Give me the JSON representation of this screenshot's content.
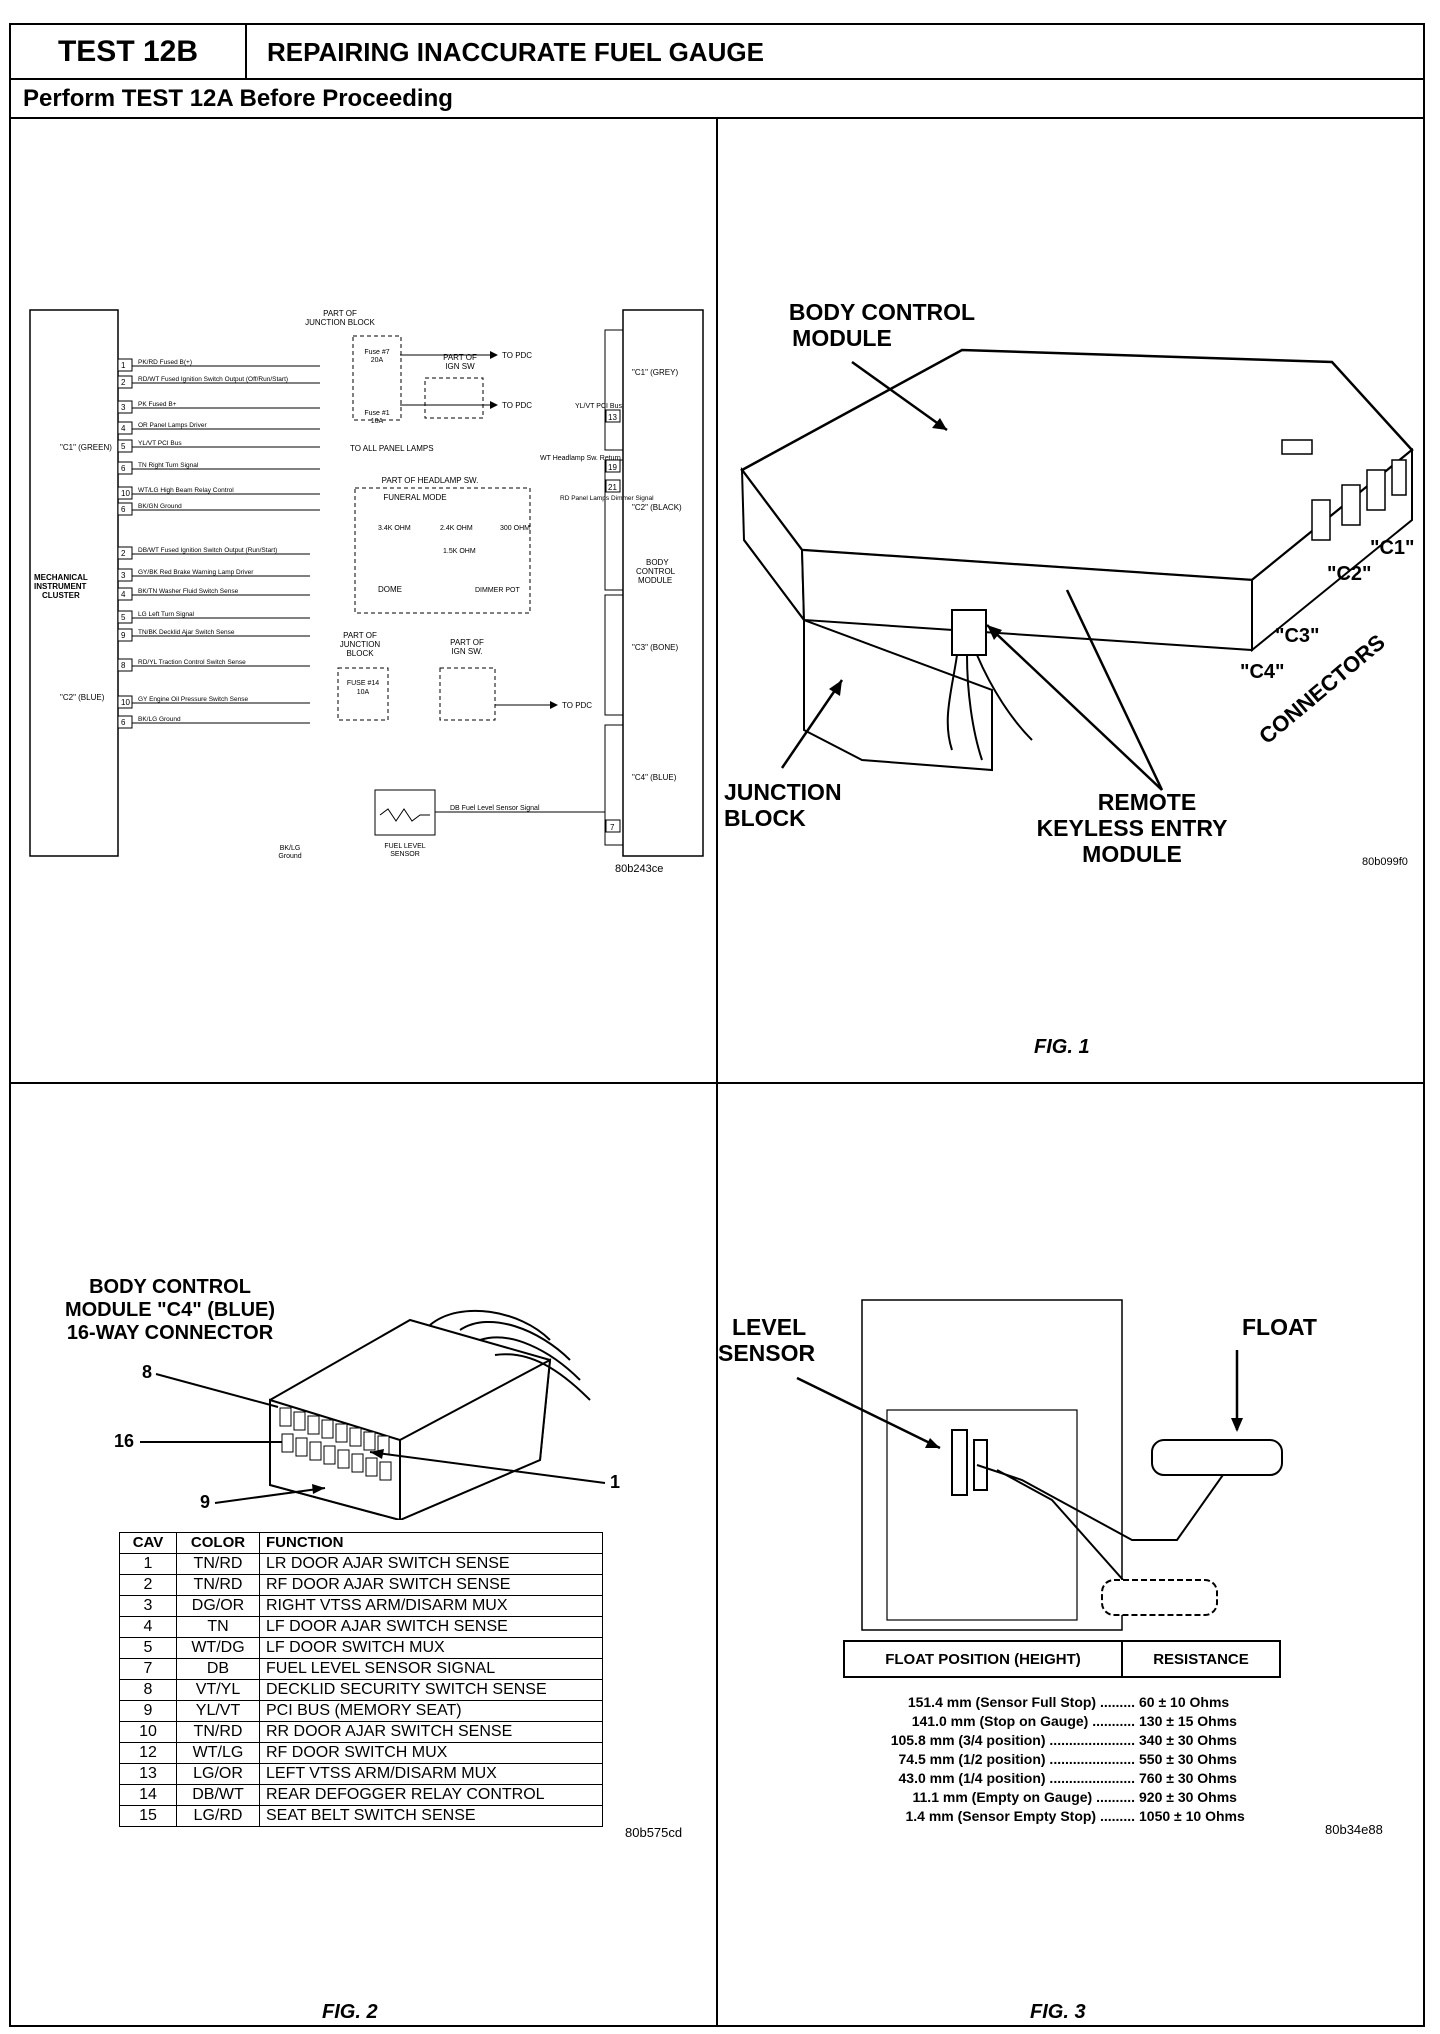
{
  "header": {
    "test_id": "TEST 12B",
    "title": "REPAIRING INACCURATE FUEL GAUGE",
    "subtitle": "Perform TEST 12A Before Proceeding"
  },
  "schematic": {
    "code": "80b243ce",
    "left_module": "MECHANICAL INSTRUMENT CLUSTER",
    "right_module": "BODY CONTROL MODULE",
    "c1_green": "\"C1\" (GREEN)",
    "c2_blue": "\"C2\" (BLUE)",
    "bcm_c1": "\"C1\" (GREY)",
    "bcm_c2": "\"C2\" (BLACK)",
    "bcm_c3": "\"C3\" (BONE)",
    "bcm_c4": "\"C4\" (BLUE)",
    "part_of_junction_block": "PART OF JUNCTION BLOCK",
    "fuse7": "Fuse #7 20A",
    "fuse1": "Fuse #1 10A",
    "part_of_ign_sw": "PART OF IGN SW",
    "to_pdc": "TO PDC",
    "to_panel_lamps": "TO ALL PANEL LAMPS",
    "part_of_headlamp_sw": "PART OF HEADLAMP SW.",
    "funeral_mode": "FUNERAL MODE",
    "r1": "3.4K OHM",
    "r2": "2.4K OHM",
    "r3": "300 OHM",
    "r4": "1.5K OHM",
    "dome": "DOME",
    "dimmer_pot": "DIMMER POT",
    "junction_block2": "PART OF JUNCTION BLOCK",
    "fuse14": "FUSE #14 10A",
    "part_of_ign_sw2": "PART OF IGN SW.",
    "yl_vt_pci": "YL/VT PCI Bus",
    "wt_headlamp": "WT Headlamp Sw. Return",
    "rd_panel": "RD Panel Lamps Dimmer Signal",
    "fuel_level_sensor": "FUEL LEVEL SENSOR",
    "bk_lg_ground": "BK/LG Ground",
    "db_signal": "DB Fuel Level Sensor Signal",
    "left_pins": [
      {
        "pin": "1",
        "wire": "PK/RD Fused B(+)"
      },
      {
        "pin": "2",
        "wire": "RD/WT Fused Ignition Switch Output (Off/Run/Start)"
      },
      {
        "pin": "3",
        "wire": "PK  Fused B+"
      },
      {
        "pin": "4",
        "wire": "OR Panel Lamps Driver"
      },
      {
        "pin": "5",
        "wire": "YL/VT PCI Bus"
      },
      {
        "pin": "6",
        "wire": "TN Right Turn Signal"
      },
      {
        "pin": "10",
        "wire": "WT/LG High Beam Relay Control"
      },
      {
        "pin": "6",
        "wire": "BK/GN Ground"
      },
      {
        "pin": "2",
        "wire": "DB/WT Fused Ignition Switch Output (Run/Start)"
      },
      {
        "pin": "3",
        "wire": "GY/BK Red Brake Warning Lamp Driver"
      },
      {
        "pin": "4",
        "wire": "BK/TN Washer Fluid Switch Sense"
      },
      {
        "pin": "5",
        "wire": "LG Left Turn Signal"
      },
      {
        "pin": "9",
        "wire": "TN/BK Decklid Ajar Switch Sense"
      },
      {
        "pin": "8",
        "wire": "RD/YL Traction Control Switch Sense"
      },
      {
        "pin": "10",
        "wire": "GY Engine Oil Pressure Switch Sense"
      },
      {
        "pin": "6",
        "wire": "BK/LG Ground"
      }
    ],
    "right_pins": [
      "13",
      "19",
      "21",
      "7"
    ]
  },
  "fig1": {
    "label": "FIG. 1",
    "code": "80b099f0",
    "body_control_module": "BODY CONTROL MODULE",
    "junction_block": "JUNCTION BLOCK",
    "remote_keyless": "REMOTE KEYLESS ENTRY MODULE",
    "connectors": "CONNECTORS",
    "c1": "\"C1\"",
    "c2": "\"C2\"",
    "c3": "\"C3\"",
    "c4": "\"C4\""
  },
  "fig2": {
    "label": "FIG. 2",
    "code": "80b575cd",
    "title_line1": "BODY CONTROL",
    "title_line2": "MODULE \"C4\" (BLUE)",
    "title_line3": "16-WAY CONNECTOR",
    "pin_8": "8",
    "pin_16": "16",
    "pin_9": "9",
    "pin_1": "1",
    "columns": [
      "CAV",
      "COLOR",
      "FUNCTION"
    ],
    "rows": [
      [
        "1",
        "TN/RD",
        "LR DOOR AJAR SWITCH SENSE"
      ],
      [
        "2",
        "TN/RD",
        "RF DOOR AJAR SWITCH SENSE"
      ],
      [
        "3",
        "DG/OR",
        "RIGHT VTSS ARM/DISARM MUX"
      ],
      [
        "4",
        "TN",
        "LF DOOR AJAR SWITCH SENSE"
      ],
      [
        "5",
        "WT/DG",
        "LF DOOR SWITCH MUX"
      ],
      [
        "7",
        "DB",
        "FUEL LEVEL SENSOR SIGNAL"
      ],
      [
        "8",
        "VT/YL",
        "DECKLID SECURITY SWITCH SENSE"
      ],
      [
        "9",
        "YL/VT",
        "PCI BUS (MEMORY SEAT)"
      ],
      [
        "10",
        "TN/RD",
        "RR DOOR AJAR SWITCH SENSE"
      ],
      [
        "12",
        "WT/LG",
        "RF DOOR SWITCH MUX"
      ],
      [
        "13",
        "LG/OR",
        "LEFT VTSS ARM/DISARM MUX"
      ],
      [
        "14",
        "DB/WT",
        "REAR DEFOGGER RELAY CONTROL"
      ],
      [
        "15",
        "LG/RD",
        "SEAT BELT SWITCH SENSE"
      ]
    ]
  },
  "fig3": {
    "label": "FIG. 3",
    "code": "80b34e88",
    "level_sensor": "LEVEL SENSOR",
    "float": "FLOAT",
    "col_position": "FLOAT POSITION (HEIGHT)",
    "col_resistance": "RESISTANCE",
    "rows": [
      [
        "151.4 mm (Sensor Full Stop) .........",
        "60 ± 10 Ohms"
      ],
      [
        "141.0 mm (Stop on Gauge) ...........",
        "130 ± 15 Ohms"
      ],
      [
        "105.8 mm (3/4 position) ......................",
        "340 ± 30 Ohms"
      ],
      [
        "74.5 mm (1/2 position) ......................",
        "550 ± 30 Ohms"
      ],
      [
        "43.0 mm (1/4 position) ......................",
        "760 ± 30 Ohms"
      ],
      [
        "11.1 mm (Empty on Gauge) ..........",
        "920 ± 30 Ohms"
      ],
      [
        "1.4 mm (Sensor Empty Stop) .........",
        "1050 ± 10 Ohms"
      ]
    ]
  }
}
